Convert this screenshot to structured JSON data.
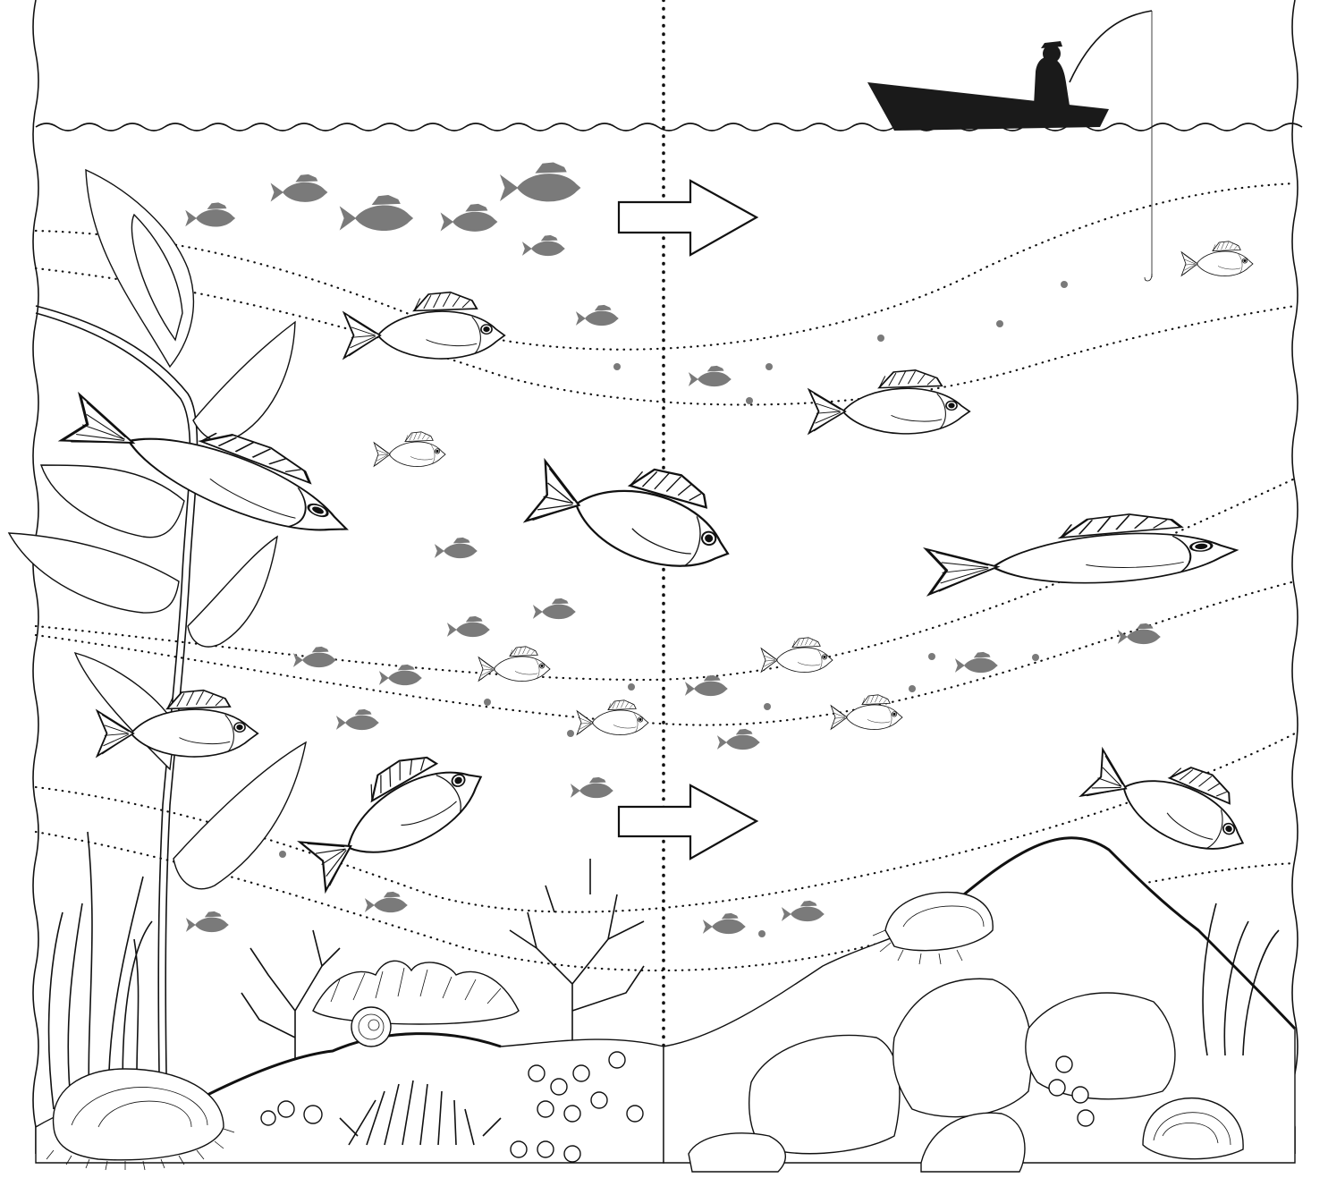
{
  "title": "",
  "colors": {
    "ink": "#111111",
    "paper": "#ffffff",
    "juvenile_fish": "#7a7a7a",
    "boat": "#1a1a1a"
  },
  "elements": {
    "fishing_boat": "boat-with-angler-icon",
    "direction_arrows": [
      "arrow-right-icon",
      "arrow-right-icon"
    ],
    "divider": "vertical-dotted-line",
    "migration_paths": "dotted-curves",
    "large_fish_outline_count": 12,
    "juvenile_fish_silhouette_count": 26,
    "habitat_left": [
      "kelp",
      "sea-grass",
      "coral",
      "anemone",
      "snail",
      "abalone",
      "urchin",
      "barnacles"
    ],
    "habitat_right": [
      "rock-reef",
      "abalone",
      "clam",
      "barnacles",
      "sea-grass"
    ]
  }
}
